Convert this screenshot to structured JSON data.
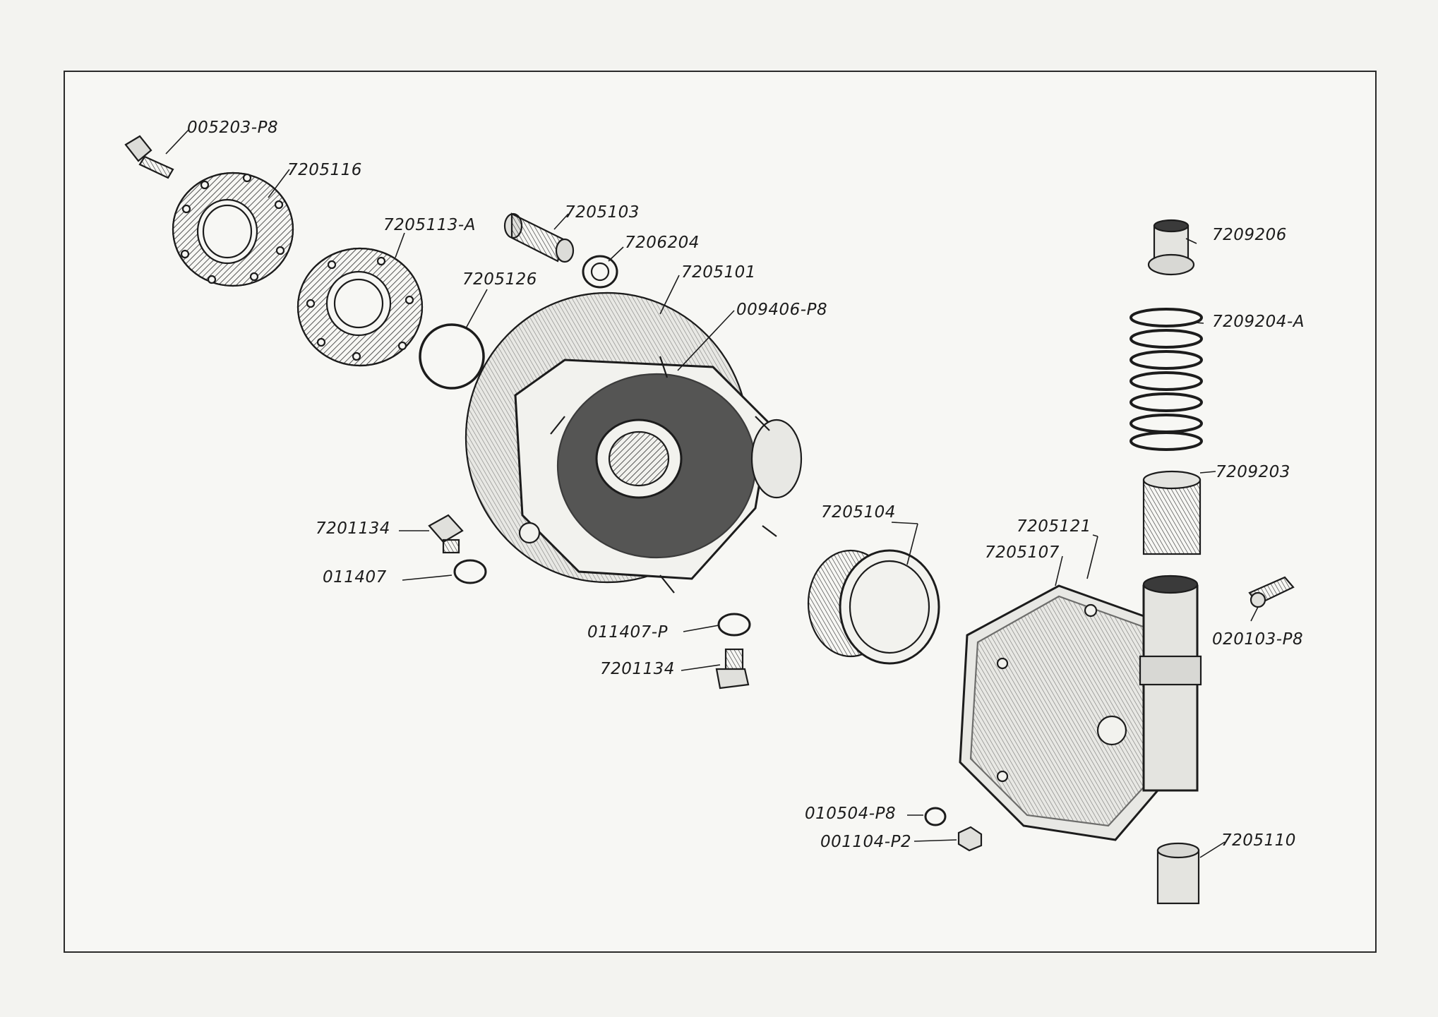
{
  "diagram": {
    "labels": {
      "p005203": "005203-P8",
      "p7205116": "7205116",
      "p7205113a": "7205113-A",
      "p7205103": "7205103",
      "p7206204": "7206204",
      "p7205126": "7205126",
      "p7205101": "7205101",
      "p009406": "009406-P8",
      "p7209206": "7209206",
      "p7209204a": "7209204-A",
      "p7209203": "7209203",
      "p7201134a": "7201134",
      "p011407": "011407",
      "p7205104": "7205104",
      "p7205121": "7205121",
      "p7205107": "7205107",
      "p011407p": "011407-P",
      "p7201134b": "7201134",
      "p020103": "020103-P8",
      "p010504": "010504-P8",
      "p001104": "001104-P2",
      "p7205110": "7205110"
    },
    "colors": {
      "ink": "#1c1c1c",
      "paper": "#f7f7f4",
      "shade": "#3a3a3a"
    }
  }
}
